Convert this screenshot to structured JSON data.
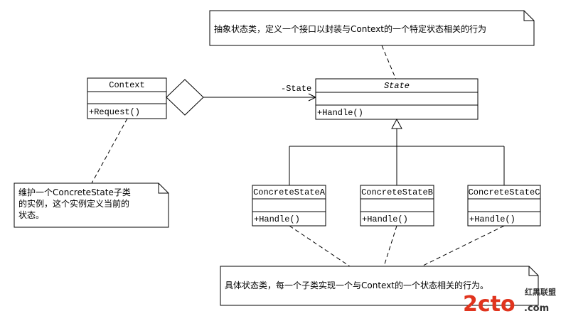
{
  "notes": {
    "abstract_note": "抽象状态类，定义一个接口以封装与Context的一个特定状态相关的行为",
    "context_note": {
      "line1": "维护一个ConcreteState子类",
      "line2": "的实例，这个实例定义当前的",
      "line3": "状态。"
    },
    "concrete_note": "具体状态类，每一个子类实现一个与Context的一个状态相关的行为。"
  },
  "classes": {
    "context": {
      "name": "Context",
      "method": "+Request()"
    },
    "state": {
      "name": "State",
      "method": "+Handle()"
    },
    "concrete_a": {
      "name": "ConcreteStateA",
      "method": "+Handle()"
    },
    "concrete_b": {
      "name": "ConcreteStateB",
      "method": "+Handle()"
    },
    "concrete_c": {
      "name": "ConcreteStateC",
      "method": "+Handle()"
    }
  },
  "association": {
    "role_label": "-State"
  },
  "watermark": {
    "logo": "2cto",
    "domain": ".com",
    "tagline": "红黑联盟",
    "logo_color": "#e0341e",
    "dark_color": "#333333"
  }
}
